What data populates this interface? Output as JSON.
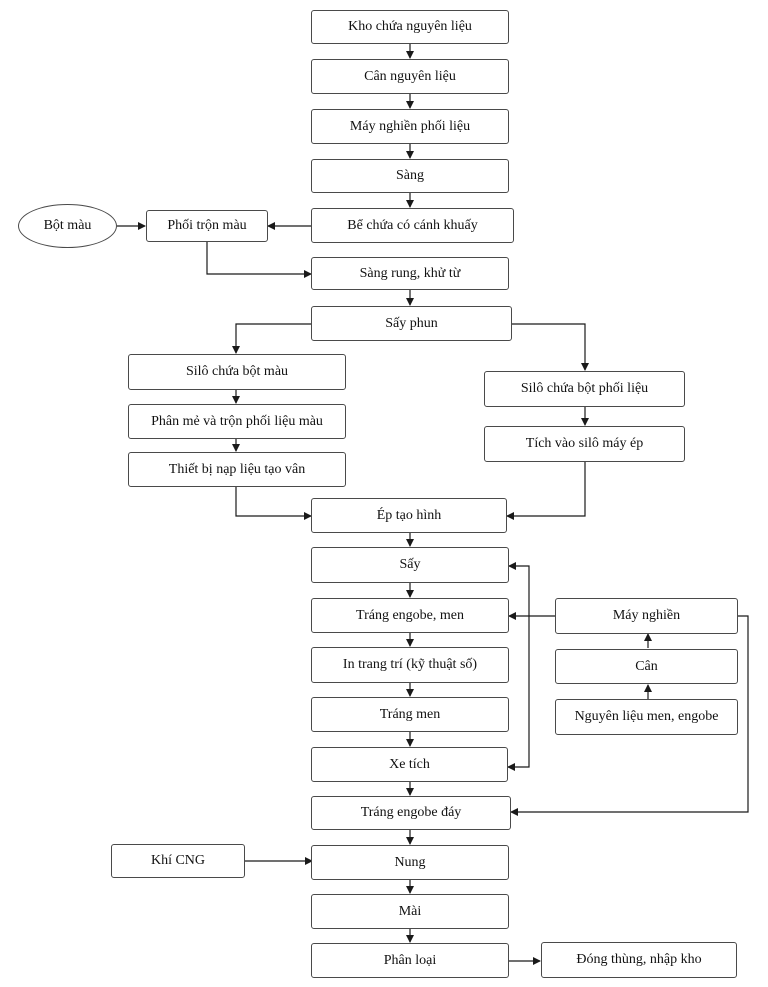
{
  "nodes": {
    "kho": "Kho chứa nguyên liệu",
    "can_nl": "Cân nguyên liệu",
    "may_nghien_pl": "Máy nghiền phối liệu",
    "sang": "Sàng",
    "be_chua": "Bể chứa có cánh khuấy",
    "bot_mau": "Bột màu",
    "phoi_tron": "Phối trộn màu",
    "sang_rung": "Sàng rung, khử từ",
    "say_phun": "Sấy phun",
    "silo_bot_mau": "Silô chứa bột màu",
    "phan_me": "Phân mẻ và trộn phối liệu màu",
    "thiet_bi": "Thiết bị nạp liệu tạo vân",
    "silo_bot_pl": "Silô chứa bột phối liệu",
    "tich_vao": "Tích vào silô máy ép",
    "ep": "Ép tạo hình",
    "say": "Sấy",
    "trang_engobe_men": "Tráng engobe, men",
    "in_trang_tri": "In trang trí (kỹ thuật số)",
    "trang_men": "Tráng men",
    "xe_tich": "Xe tích",
    "trang_engobe_day": "Tráng engobe đáy",
    "may_nghien": "Máy nghiền",
    "can": "Cân",
    "nl_men": "Nguyên liệu men, engobe",
    "khi_cng": "Khí CNG",
    "nung": "Nung",
    "mai": "Mài",
    "phan_loai": "Phân loại",
    "dong_thung": "Đóng thùng, nhập kho"
  },
  "colors": {
    "line": "#1a1a1a",
    "border": "#4a4a4a",
    "text": "#111111"
  }
}
